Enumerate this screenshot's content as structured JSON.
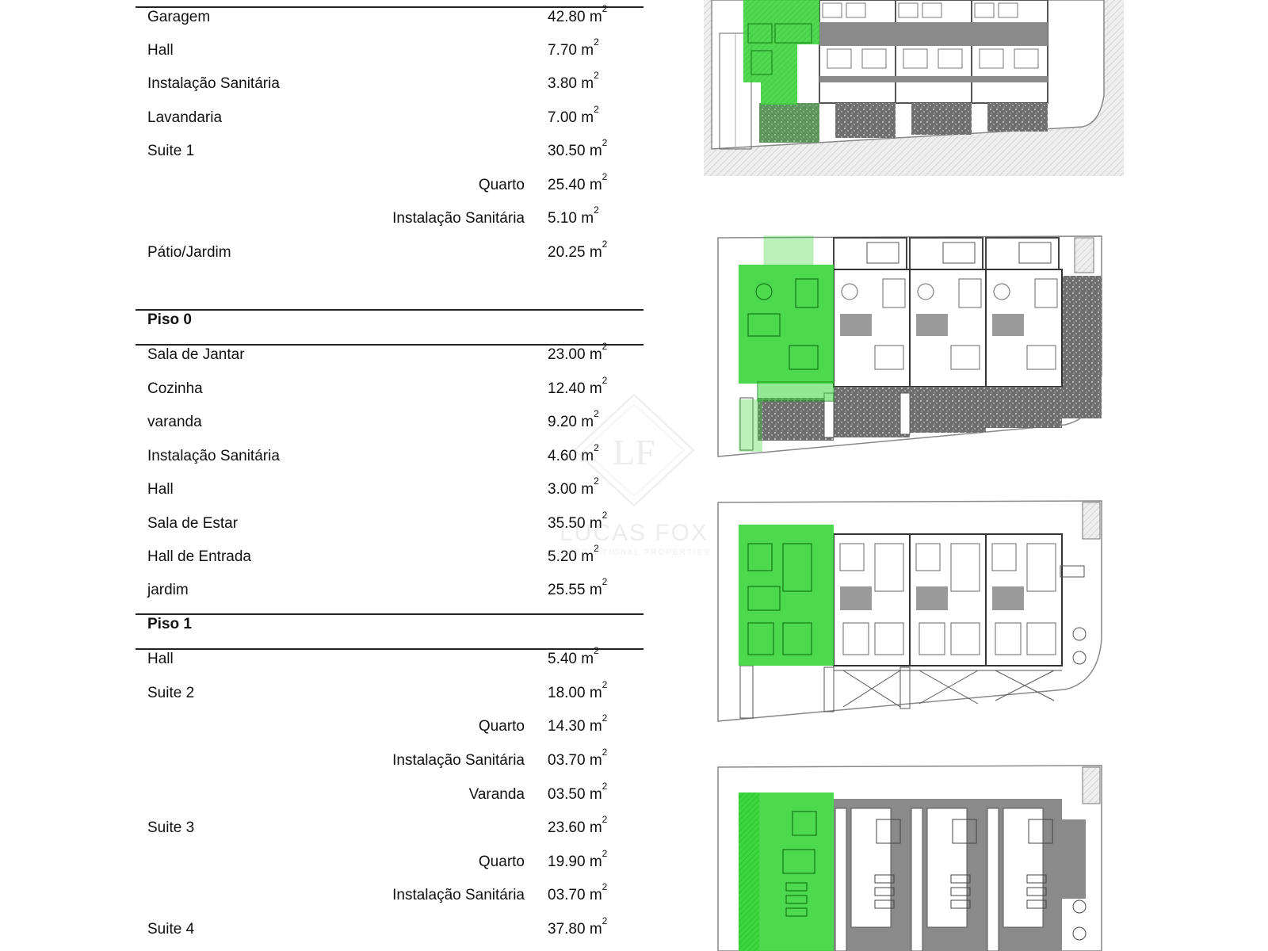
{
  "table": {
    "rows": [
      {
        "name": "Garagem",
        "value": "42.80 m",
        "unit_sup": "2"
      },
      {
        "name": "Hall",
        "value": "7.70 m",
        "unit_sup": "2"
      },
      {
        "name": "Instalação Sanitária",
        "value": "3.80 m",
        "unit_sup": "2"
      },
      {
        "name": "Lavandaria",
        "value": "7.00 m",
        "unit_sup": "2"
      },
      {
        "name": "Suite 1",
        "value": "30.50 m",
        "unit_sup": "2"
      },
      {
        "name": "Quarto",
        "value": "25.40 m",
        "unit_sup": "2"
      },
      {
        "name": "Instalação Sanitária",
        "value": "5.10 m",
        "unit_sup": "2"
      },
      {
        "name": "Pátio/Jardim",
        "value": "20.25 m",
        "unit_sup": "2"
      },
      {
        "name": "Piso 0"
      },
      {
        "name": "Sala de Jantar",
        "value": "23.00 m",
        "unit_sup": "2"
      },
      {
        "name": "Cozinha",
        "value": "12.40 m",
        "unit_sup": "2"
      },
      {
        "name": "varanda",
        "value": "9.20 m",
        "unit_sup": "2"
      },
      {
        "name": "Instalação Sanitária",
        "value": "4.60 m",
        "unit_sup": "2"
      },
      {
        "name": "Hall",
        "value": "3.00 m",
        "unit_sup": "2"
      },
      {
        "name": "Sala de Estar",
        "value": "35.50 m",
        "unit_sup": "2"
      },
      {
        "name": "Hall de Entrada",
        "value": "5.20 m",
        "unit_sup": "2"
      },
      {
        "name": "jardim",
        "value": "25.55 m",
        "unit_sup": "2"
      },
      {
        "name": "Piso 1"
      },
      {
        "name": "Hall",
        "value": "5.40 m",
        "unit_sup": "2"
      },
      {
        "name": "Suite 2",
        "value": "18.00 m",
        "unit_sup": "2"
      },
      {
        "name": "Quarto",
        "value": "14.30 m",
        "unit_sup": "2"
      },
      {
        "name": "Instalação Sanitária",
        "value": "03.70 m",
        "unit_sup": "2"
      },
      {
        "name": "Varanda",
        "value": "03.50 m",
        "unit_sup": "2"
      },
      {
        "name": "Suite 3",
        "value": "23.60 m",
        "unit_sup": "2"
      },
      {
        "name": "Quarto",
        "value": "19.90 m",
        "unit_sup": "2"
      },
      {
        "name": "Instalação Sanitária",
        "value": "03.70 m",
        "unit_sup": "2"
      },
      {
        "name": "Suite 4",
        "value": "37.80 m",
        "unit_sup": "2"
      }
    ]
  },
  "watermark": {
    "brand": "LUCAS FOX",
    "tagline": "INTERNATIONAL PROPERTIES",
    "logo_letters": "LF"
  },
  "colors": {
    "highlight": "#33dd33",
    "plan_line": "#555555",
    "plan_fill": "#8a8a8a",
    "site_hatch": "#e6e6e6"
  }
}
